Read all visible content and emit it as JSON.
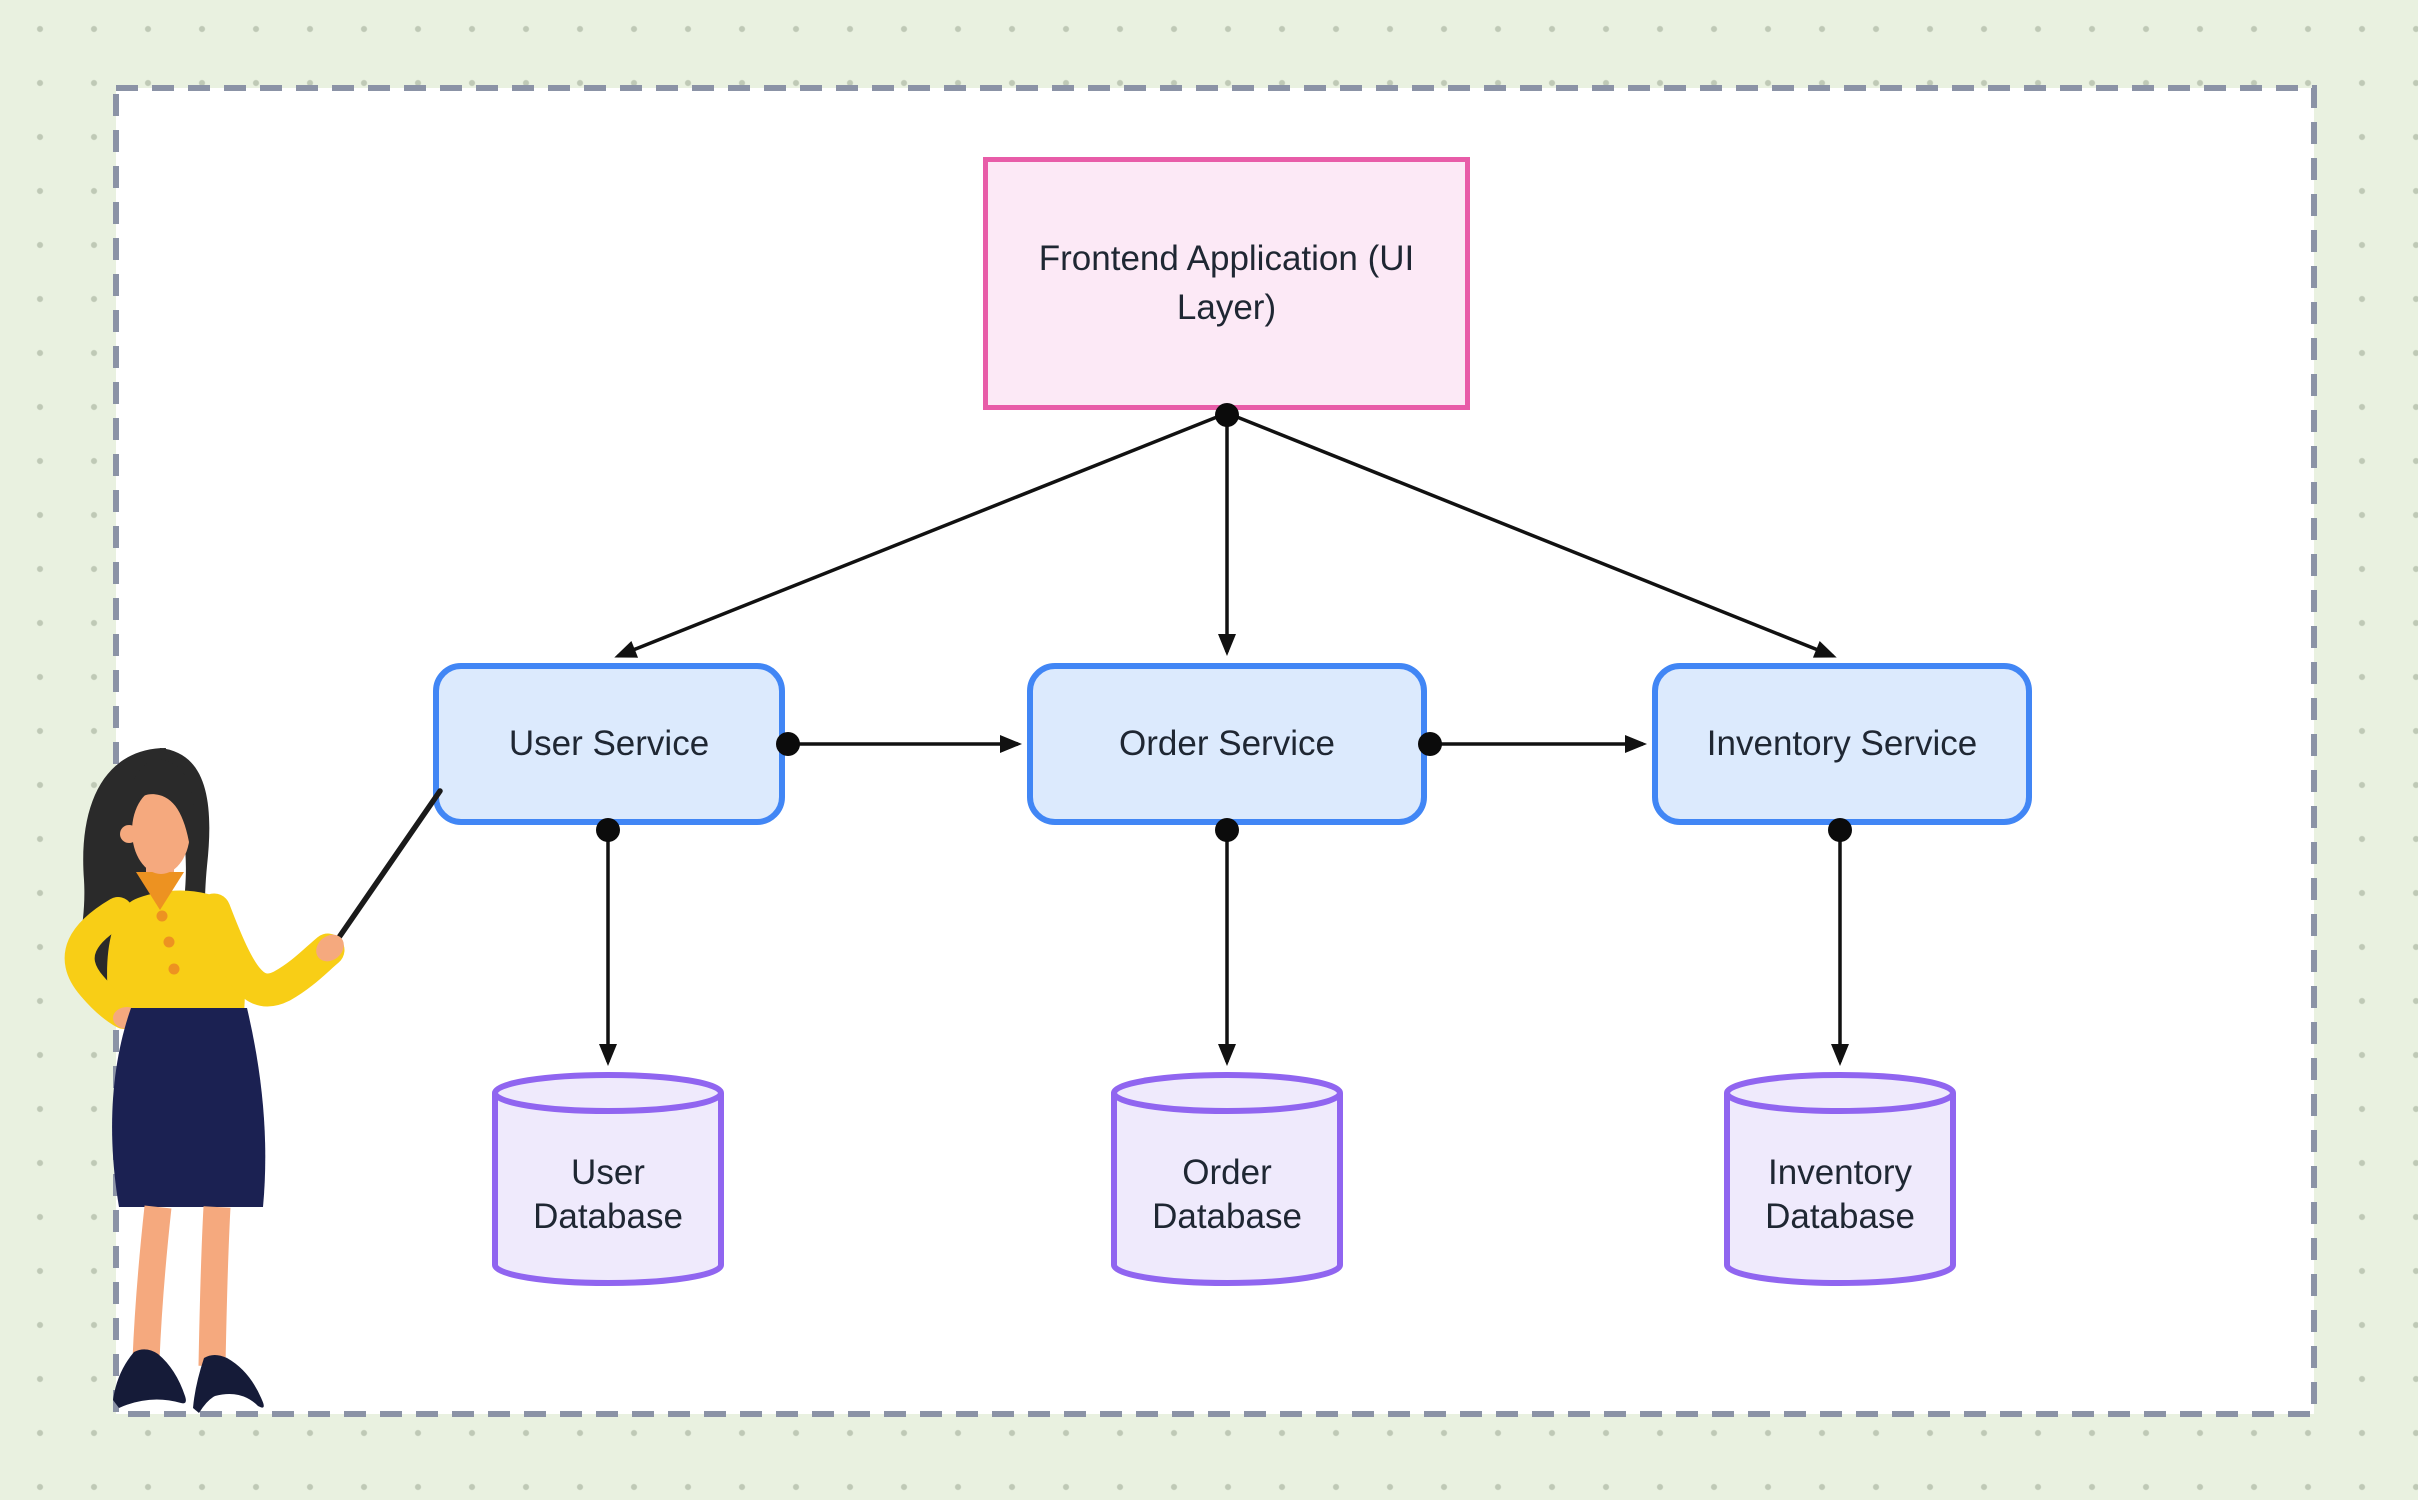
{
  "diagram": {
    "nodes": {
      "frontend": {
        "label": "Frontend Application (UI Layer)",
        "fill": "#FCE9F6",
        "border": "#E85CA8"
      },
      "user_service": {
        "label": "User Service",
        "fill": "#DCEAFD",
        "border": "#4186F5"
      },
      "order_service": {
        "label": "Order Service",
        "fill": "#DCEAFD",
        "border": "#4186F5"
      },
      "inventory_service": {
        "label": "Inventory Service",
        "fill": "#DCEAFD",
        "border": "#4186F5"
      },
      "user_database": {
        "label": "User Database",
        "fill": "#EFEAFC",
        "border": "#9065F0"
      },
      "order_database": {
        "label": "Order Database",
        "fill": "#EFEAFC",
        "border": "#9065F0"
      },
      "inventory_database": {
        "label": "Inventory Database",
        "fill": "#EFEAFC",
        "border": "#9065F0"
      }
    },
    "edges": [
      {
        "from": "frontend",
        "to": "user_service",
        "style": "arrow"
      },
      {
        "from": "frontend",
        "to": "order_service",
        "style": "arrow"
      },
      {
        "from": "frontend",
        "to": "inventory_service",
        "style": "arrow"
      },
      {
        "from": "user_service",
        "to": "order_service",
        "style": "arrow"
      },
      {
        "from": "order_service",
        "to": "inventory_service",
        "style": "arrow"
      },
      {
        "from": "user_service",
        "to": "user_database",
        "style": "arrow"
      },
      {
        "from": "order_service",
        "to": "order_database",
        "style": "arrow"
      },
      {
        "from": "inventory_service",
        "to": "inventory_database",
        "style": "arrow"
      }
    ],
    "canvas": {
      "background": "#E9F1E0",
      "surface": "#FFFFFF",
      "dashed_border": "#8B93A6",
      "connector": "#111111",
      "text": "#1F2733"
    },
    "illustration": {
      "name": "presenter-woman-pointing",
      "hair": "#2A2A2A",
      "skin": "#F5A97E",
      "blouse": "#F8CE16",
      "collar": "#ED9221",
      "skirt": "#1B2152",
      "shoes": "#151B38",
      "pointer": "#1A1A1A"
    }
  }
}
